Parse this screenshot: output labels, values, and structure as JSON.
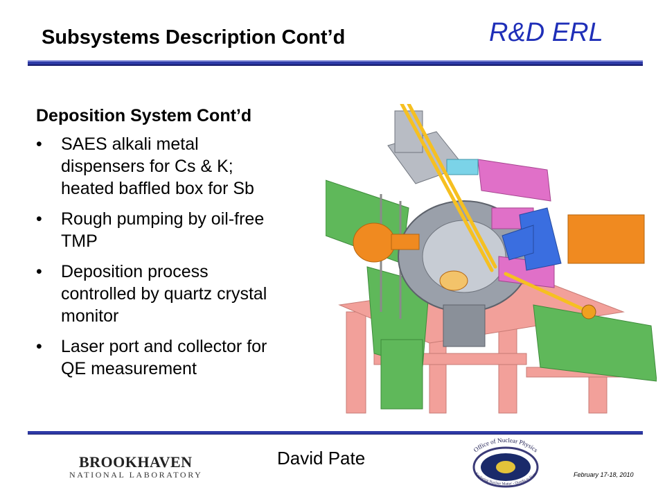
{
  "slide": {
    "title": "Subsystems Description Cont’d",
    "brand": "R&D ERL",
    "heading": "Deposition System Cont’d",
    "bullet_marker": "•",
    "bullets": [
      {
        "lines": [
          "SAES alkali metal",
          "dispensers for Cs & K;",
          "heated baffled box for Sb"
        ]
      },
      {
        "lines": [
          "Rough pumping by oil-free",
          "TMP"
        ]
      },
      {
        "lines": [
          "Deposition process",
          "controlled by quartz crystal",
          "monitor"
        ]
      },
      {
        "lines": [
          "Laser port and collector for",
          "QE measurement"
        ]
      }
    ]
  },
  "footer": {
    "presenter": "David Pate",
    "date": "February 17-18, 2010",
    "bnl_logo": {
      "name": "BROOKHAVEN",
      "sub": "NATIONAL LABORATORY"
    },
    "onp_logo": {
      "top_text": "Office of Nuclear Physics",
      "bottom_text": "Exploring Nuclear Matter - Quarks to Stars"
    }
  },
  "colors": {
    "brand": "#1f2fb8",
    "rule": "#2e3aa6",
    "frame_pink": "#f2a09a",
    "chamber_gray": "#9aa0aa",
    "green": "#5fb85a",
    "orange": "#f08a20",
    "magenta": "#e070c8",
    "blue": "#3a6ee0",
    "beam": "#f6c021"
  }
}
